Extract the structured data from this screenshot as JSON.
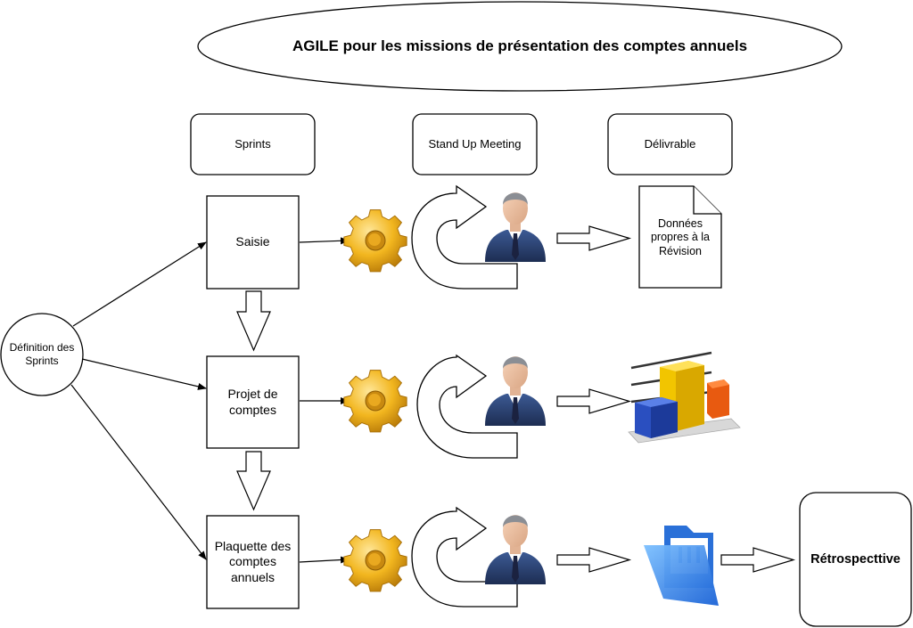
{
  "title": "AGILE pour les missions de présentation des comptes annuels",
  "headers": {
    "sprints": "Sprints",
    "standup": "Stand Up Meeting",
    "delivrable": "Délivrable"
  },
  "start_node": {
    "line1": "Définition des",
    "line2": "Sprints"
  },
  "steps": [
    {
      "line1": "Saisie",
      "line2": ""
    },
    {
      "line1": "Projet de",
      "line2": "comptes"
    },
    {
      "line1": "Plaquette des",
      "line2": "comptes",
      "line3": "annuels"
    }
  ],
  "deliverable_doc": {
    "line1": "Données",
    "line2": "propres à la",
    "line3": "Révision"
  },
  "retrospective": "Rétrospecttive",
  "icons": {
    "gear": "gear-icon",
    "cycle": "cycle-arrow-icon",
    "person": "businessman-icon",
    "document": "document-icon",
    "chart": "bar-chart-icon",
    "folder": "folder-icon"
  },
  "colors": {
    "gear": "#f0b020",
    "suit": "#2a3f6e",
    "chart_blue": "#2a4fc0",
    "chart_yellow": "#f2c500",
    "chart_orange": "#f06010",
    "folder": "#2f86e8"
  }
}
